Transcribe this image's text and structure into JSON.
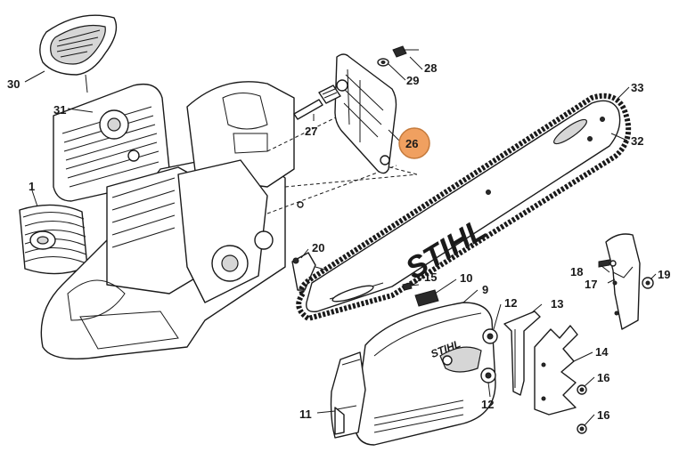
{
  "highlight_color": "#f0a060",
  "brand_on_bar": "STIHL",
  "brand_on_cover": "STIHL",
  "callouts": {
    "p1": "1",
    "p9": "9",
    "p10": "10",
    "p11": "11",
    "p12a": "12",
    "p12b": "12",
    "p13": "13",
    "p14": "14",
    "p15": "15",
    "p16a": "16",
    "p16b": "16",
    "p17": "17",
    "p18": "18",
    "p19": "19",
    "p20": "20",
    "p26": "26",
    "p27": "27",
    "p28": "28",
    "p29": "29",
    "p30": "30",
    "p31": "31",
    "p32": "32",
    "p33": "33"
  }
}
